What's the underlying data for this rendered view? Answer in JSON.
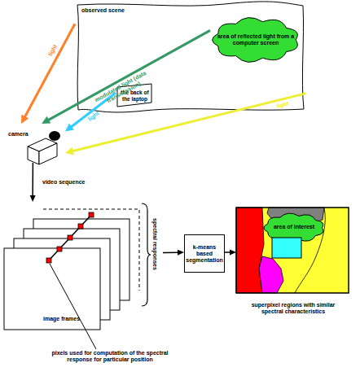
{
  "diagram": {
    "nodes": [
      {
        "text": [
          "observed scene"
        ]
      },
      {
        "text": [
          "area of reflected light from a computer screen"
        ],
        "in": 0
      },
      {
        "text": [
          "the back of the laptop"
        ],
        "in": 0
      },
      {
        "text": [
          "camera"
        ]
      },
      {
        "text": [
          "image frames"
        ]
      },
      {
        "text": [
          "k-means based segmentation"
        ]
      },
      {
        "text": [
          "superpixel regions with similar spectral characteristics"
        ]
      },
      {
        "text": [
          "area of interest"
        ],
        "in": 6
      }
    ],
    "edges": [
      {
        "from": 0,
        "to": 3,
        "label": "light",
        "arrow": "to"
      },
      {
        "from": 1,
        "to": 3,
        "label": "modulated light (data transmission)",
        "arrow": "to"
      },
      {
        "from": 2,
        "to": 3,
        "label": "light",
        "arrow": "to"
      },
      {
        "from": 0,
        "to": 3,
        "label": "light",
        "arrow": "to"
      },
      {
        "from": 3,
        "to": 4,
        "label": "video sequence",
        "arrow": "to"
      },
      {
        "from": 4,
        "to": 5,
        "arrow": "to"
      },
      {
        "from": 5,
        "to": 6,
        "arrow": "to"
      }
    ],
    "labels": [
      "spectral responses",
      "pixels used for computation of the spectral response for particular position"
    ]
  }
}
